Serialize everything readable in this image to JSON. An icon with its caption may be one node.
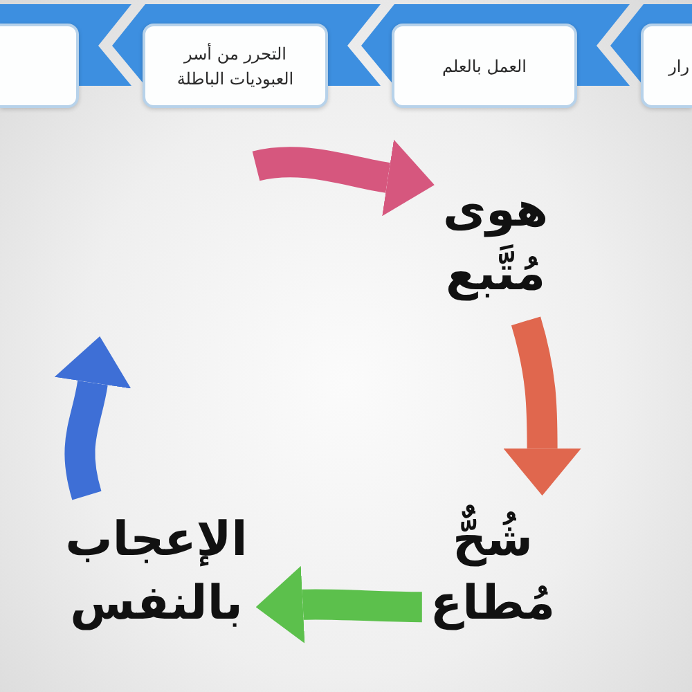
{
  "diagram": {
    "nodes": [
      {
        "text": [
          "رار"
        ]
      },
      {
        "text": [
          "العمل بالعلم"
        ]
      },
      {
        "text": [
          "التحرر من أسر العبوديات الباطلة"
        ]
      },
      {
        "text": [],
        "shape": "box"
      },
      {
        "text": [
          "هوى مُتَّبع"
        ]
      },
      {
        "text": [
          "شُحٌّ مُطاع"
        ]
      },
      {
        "text": [
          "الإعجاب بالنفس"
        ]
      }
    ],
    "edges": [
      {
        "from": 4,
        "to": 5,
        "arrow": "to",
        "color": "#e0674e"
      },
      {
        "from": 5,
        "to": 6,
        "arrow": "to",
        "color": "#5cc04c"
      },
      {
        "from": 6,
        "to": null,
        "arrow": "to",
        "color": "#3e6fd6"
      },
      {
        "from": null,
        "to": 4,
        "arrow": "to",
        "color": "#d6577e"
      }
    ]
  }
}
